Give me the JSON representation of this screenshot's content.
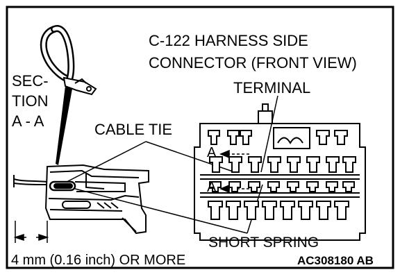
{
  "labels": {
    "connector_title_line1": "C-122 HARNESS SIDE",
    "connector_title_line2": "CONNECTOR (FRONT VIEW)",
    "section_line1": "SEC-",
    "section_line2": "TION",
    "section_line3": "A - A",
    "terminal": "TERMINAL",
    "cable_tie": "CABLE TIE",
    "section_mark_upper": "A",
    "section_mark_lower": "A",
    "short_spring": "SHORT SPRING",
    "dimension_note": "4 mm (0.16 inch) OR MORE",
    "figure_code": "AC308180 AB"
  }
}
